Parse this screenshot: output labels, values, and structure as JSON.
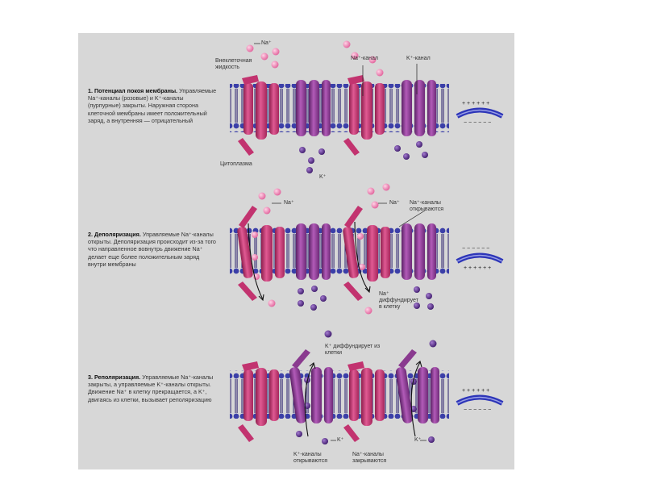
{
  "stages": [
    {
      "title": "1. Потенциал покоя мембраны.",
      "text": "Управляемые Na⁺-каналы (розовые) и K⁺-каналы (пурпурные) закрыты. Наружная сторона клеточной мембраны имеет положительный заряд, а внутренняя — отрицательный",
      "labels": {
        "na_ion": "Na⁺",
        "extracellular": "Внеклеточная жидкость",
        "na_channel": "Na⁺-канал",
        "k_channel": "K⁺-канал",
        "cytoplasm": "Цитоплазма",
        "k_ion": "K⁺"
      },
      "polarity_outer": "+ + + + + +",
      "polarity_inner": "− − − − − −"
    },
    {
      "title": "2. Деполяризация.",
      "text": "Управляемые Na⁺-каналы открыты. Деполяризация происходит из-за того что направленное вовнутрь движение Na⁺ делает еще более положительным заряд внутри мембраны",
      "labels": {
        "na_ion_1": "Na⁺",
        "na_ion_2": "Na⁺",
        "na_open": "Na⁺-каналы открываются",
        "na_diffuse": "Na⁺ диффундирует в клетку"
      },
      "polarity_outer": "− − − − − −",
      "polarity_inner": "+ + + + + +"
    },
    {
      "title": "3. Реполяризация.",
      "text": "Управляемые Na⁺-каналы закрыты, а управляемые K⁺-каналы открыты. Движение Na⁺ в клетку прекращается, а K⁺, двигаясь из клетки, вызывает реполяризацию",
      "labels": {
        "k_diffuse": "K⁺ диффундирует из клетки",
        "k_ion_1": "K⁺",
        "k_ion_2": "K⁺",
        "k_open": "K⁺-каналы открываются",
        "na_close": "Na⁺-каналы закрываются"
      },
      "polarity_outer": "+ + + + + +",
      "polarity_inner": "− − − − − −"
    }
  ],
  "colors": {
    "background": "#d7d7d7",
    "lipid_head": "#3b3fa8",
    "lipid_core": "#2a1f6e",
    "na_channel": "#c2336f",
    "k_channel": "#8a3a8f",
    "na_ion": "#ee86b4",
    "k_ion": "#5b2a8c",
    "membrane_arc": "#2d35b8"
  }
}
